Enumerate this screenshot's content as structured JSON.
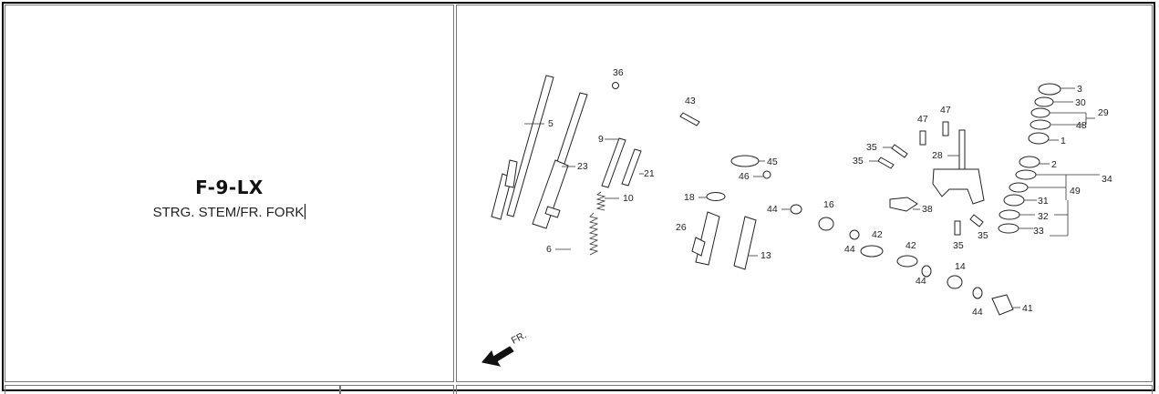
{
  "header": {
    "code": "F-9-LX",
    "description": "STRG. STEM/FR. FORK"
  },
  "diagram": {
    "callouts": [
      "36",
      "5",
      "23",
      "43",
      "9",
      "21",
      "10",
      "6",
      "45",
      "46",
      "18",
      "44",
      "16",
      "26",
      "13",
      "42",
      "44",
      "42",
      "44",
      "47",
      "47",
      "35",
      "35",
      "28",
      "38",
      "35",
      "35",
      "14",
      "44",
      "41",
      "3",
      "30",
      "29",
      "48",
      "1",
      "2",
      "34",
      "49",
      "31",
      "32",
      "33"
    ],
    "direction_label": "FR."
  }
}
